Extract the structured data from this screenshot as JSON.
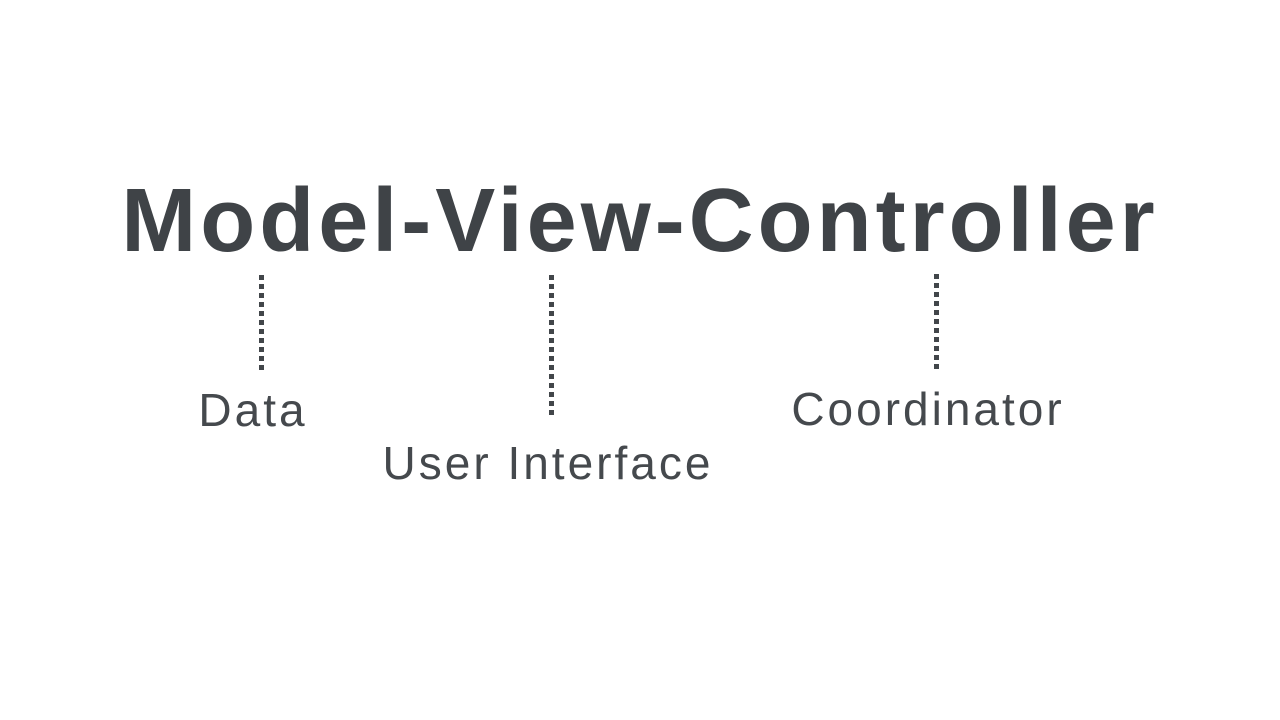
{
  "title": {
    "text": "Model-View-Controller"
  },
  "annotations": [
    {
      "target": "Model",
      "label": "Data"
    },
    {
      "target": "View",
      "label": "User Interface"
    },
    {
      "target": "Controller",
      "label": "Coordinator"
    }
  ],
  "connector_style": {
    "type": "dotted-vertical-line",
    "color": "#42464a"
  },
  "colors": {
    "background": "#ffffff",
    "title_text": "#3f4347",
    "label_text": "#45494d"
  }
}
